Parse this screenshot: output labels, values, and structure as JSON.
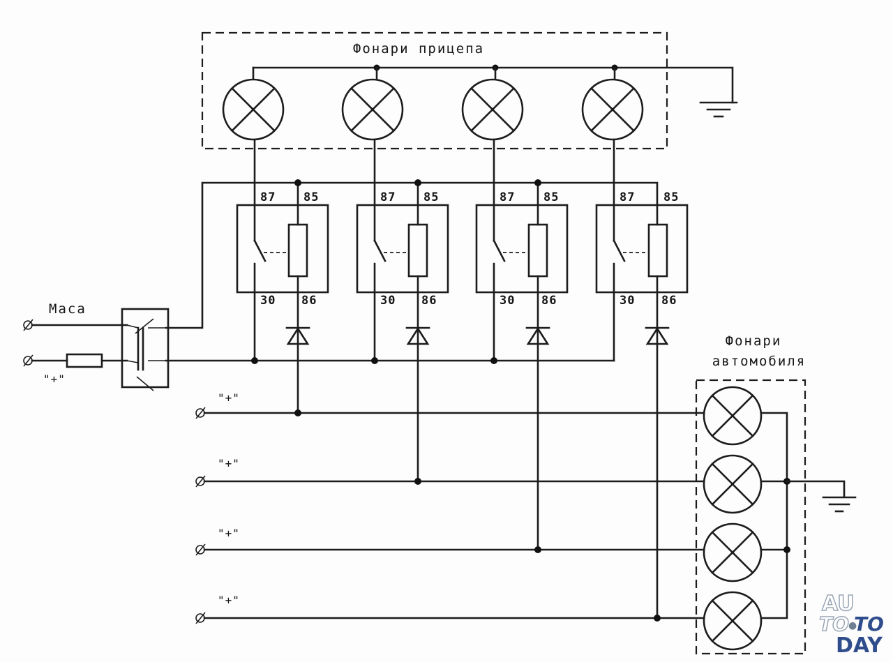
{
  "diagram": {
    "trailer_lamps_title": "Фонари прицепа",
    "car_lamps_title_line1": "Фонари",
    "car_lamps_title_line2": "автомобиля",
    "ground_label": "Маса",
    "plus_label": "\"+\"",
    "relays": [
      {
        "pin_87": "87",
        "pin_85": "85",
        "pin_30": "30",
        "pin_86": "86"
      },
      {
        "pin_87": "87",
        "pin_85": "85",
        "pin_30": "30",
        "pin_86": "86"
      },
      {
        "pin_87": "87",
        "pin_85": "85",
        "pin_30": "30",
        "pin_86": "86"
      },
      {
        "pin_87": "87",
        "pin_85": "85",
        "pin_30": "30",
        "pin_86": "86"
      }
    ],
    "input_lines": [
      {
        "label": "\"+\""
      },
      {
        "label": "\"+\""
      },
      {
        "label": "\"+\""
      },
      {
        "label": "\"+\""
      }
    ]
  },
  "watermark": {
    "au": "AU",
    "to_left": "TO",
    "to_right": "TO",
    "day": "DAY"
  },
  "colors": {
    "ink": "#1c1c1c",
    "paper": "#fdfdfd",
    "brand_blue": "#2f4d8c",
    "brand_grey": "#9aa6b6"
  }
}
